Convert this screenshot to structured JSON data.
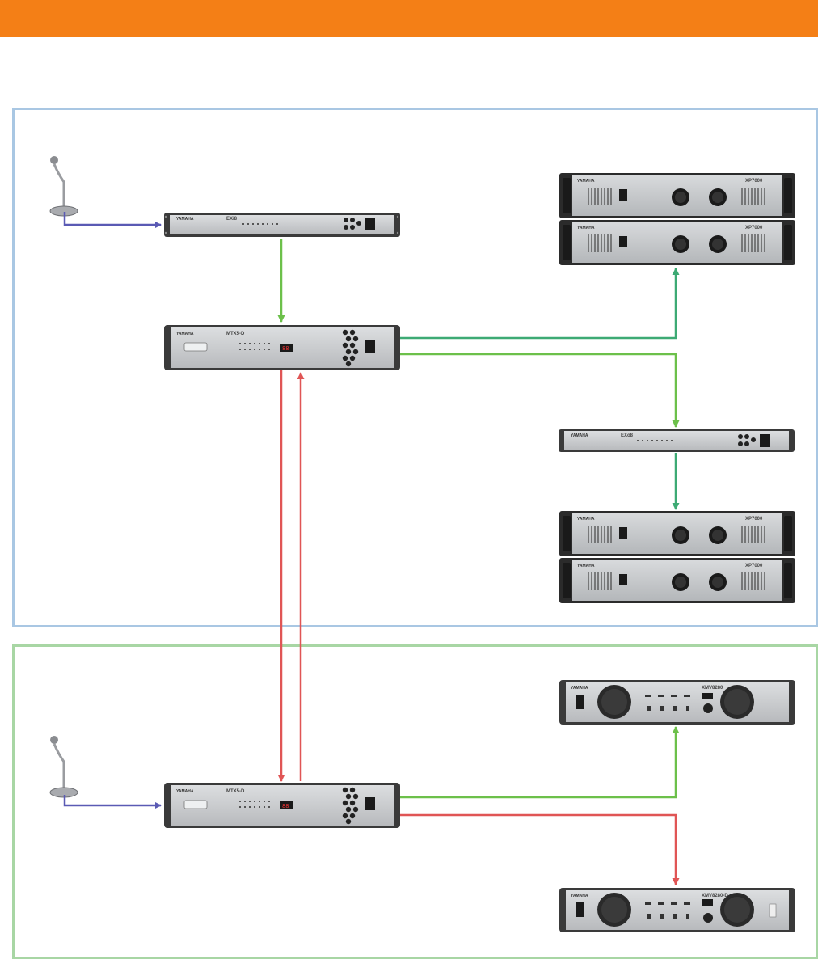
{
  "colors": {
    "header": "#f47f16",
    "zone_top_border": "#a9c7e3",
    "zone_bottom_border": "#a8d6a4",
    "mic_cable": "#5a5ab4",
    "green_light": "#6cc04a",
    "green_teal": "#3daa74",
    "red": "#e05555",
    "rack_body": "#c9cbcd",
    "rack_dark": "#2a2a2a"
  },
  "brand": "YAMAHA",
  "devices": {
    "ex_top": {
      "model": "EXi8"
    },
    "mtx_top": {
      "model": "MTX5-D"
    },
    "mtx_bottom": {
      "model": "MTX5-D"
    },
    "exo8": {
      "model": "EXo8"
    },
    "amp_1": {
      "model": "XP7000"
    },
    "amp_2": {
      "model": "XP7000"
    },
    "amp_3": {
      "model": "XP7000"
    },
    "amp_4": {
      "model": "XP7000"
    },
    "xmv_1": {
      "model": "XMV8280"
    },
    "xmv_2": {
      "model": "XMV8280-D"
    }
  }
}
